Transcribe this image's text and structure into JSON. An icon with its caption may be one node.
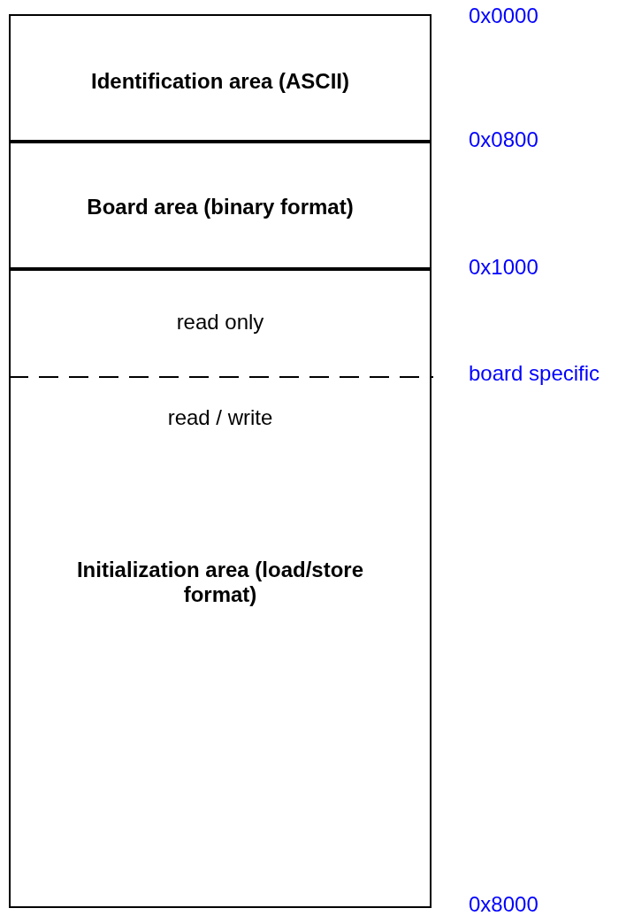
{
  "diagram": {
    "nodes": [
      {
        "text": [
          "Identification area (ASCII)"
        ]
      },
      {
        "text": [
          "Board area (binary format)"
        ]
      },
      {
        "text": [
          "read only",
          "read / write",
          "Initialization area (load/store format)"
        ]
      }
    ],
    "labels": [
      "0x0000",
      "0x0800",
      "0x1000",
      "board specific",
      "0x8000"
    ]
  }
}
